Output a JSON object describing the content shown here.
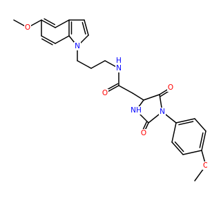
{
  "colors": {
    "bond": "#000000",
    "oxygen": "#ff0000",
    "nitrogen": "#0000ff",
    "background": "#ffffff"
  },
  "atoms": {
    "o_methoxy_indole": "O",
    "n_indole": "N",
    "nh_amide": "N",
    "h_amide": "H",
    "o_amide": "O",
    "o_ring_top": "O",
    "nh_ring": "NH",
    "o_ring_bottom": "O",
    "n_ring": "N",
    "o_methoxy_phenyl": "O"
  }
}
